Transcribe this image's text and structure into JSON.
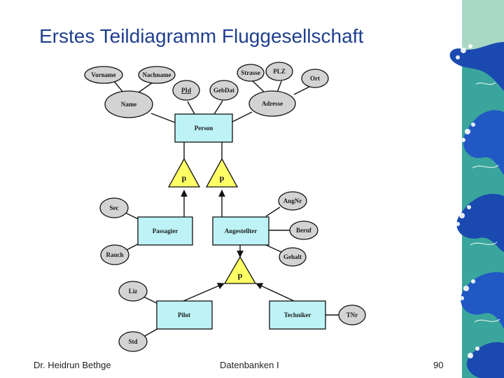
{
  "slide": {
    "title": "Erstes Teildiagramm Fluggesellschaft"
  },
  "footer": {
    "author": "Dr. Heidrun Bethge",
    "course": "Datenbanken I",
    "page": "90"
  },
  "diagram": {
    "entities": {
      "person": "Person",
      "passagier": "Passagier",
      "angestellter": "Angestellter",
      "pilot": "Pilot",
      "techniker": "Techniker"
    },
    "attributes": {
      "vorname": "Vorname",
      "nachname": "Nachname",
      "strasse": "Strasse",
      "plz": "PLZ",
      "ort": "Ort",
      "pid": "PId",
      "gebdat": "GebDat",
      "name": "Name",
      "adresse": "Adresse",
      "sec": "Sec",
      "rauch": "Rauch",
      "angnr": "AngNr",
      "beruf": "Beruf",
      "gehalt": "Gehalt",
      "liz": "Liz",
      "std": "Std",
      "tnr": "TNr"
    },
    "specializations": {
      "p_passagier": "p",
      "p_angestellter": "p",
      "p_angestellter_sub": "p"
    }
  },
  "colors": {
    "entity_fill": "#bdf3f7",
    "attribute_fill": "#d3d3d3",
    "isa_fill": "#ffff66",
    "title": "#1f3f8f",
    "wave_dark": "#1a4ab0",
    "wave_teal": "#3aa59c"
  }
}
